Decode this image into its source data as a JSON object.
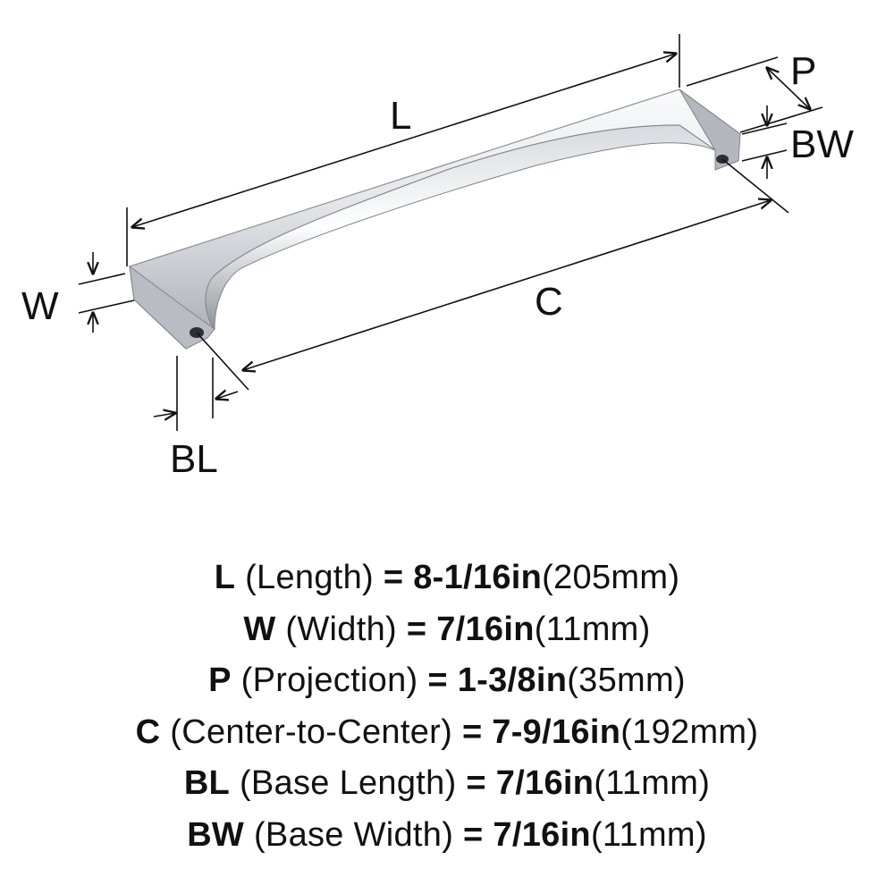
{
  "diagram": {
    "labels": {
      "L": "L",
      "W": "W",
      "P": "P",
      "BW": "BW",
      "C": "C",
      "BL": "BL"
    },
    "colors": {
      "line": "#111111",
      "metal_light": "#f4f5f7",
      "metal_mid": "#c9ccd1",
      "metal_dark": "#8b8f96"
    }
  },
  "specs": [
    {
      "symbol": "L",
      "name": "(Length)",
      "eq": "=",
      "imperial": "8-1/16in",
      "metric": "(205mm)"
    },
    {
      "symbol": "W",
      "name": "(Width)",
      "eq": "=",
      "imperial": "7/16in",
      "metric": "(11mm)"
    },
    {
      "symbol": "P",
      "name": "(Projection)",
      "eq": "=",
      "imperial": "1-3/8in",
      "metric": "(35mm)"
    },
    {
      "symbol": "C",
      "name": "(Center-to-Center)",
      "eq": "=",
      "imperial": "7-9/16in",
      "metric": "(192mm)"
    },
    {
      "symbol": "BL",
      "name": "(Base Length)",
      "eq": "=",
      "imperial": "7/16in",
      "metric": "(11mm)"
    },
    {
      "symbol": "BW",
      "name": "(Base Width)",
      "eq": "=",
      "imperial": "7/16in",
      "metric": "(11mm)"
    }
  ]
}
